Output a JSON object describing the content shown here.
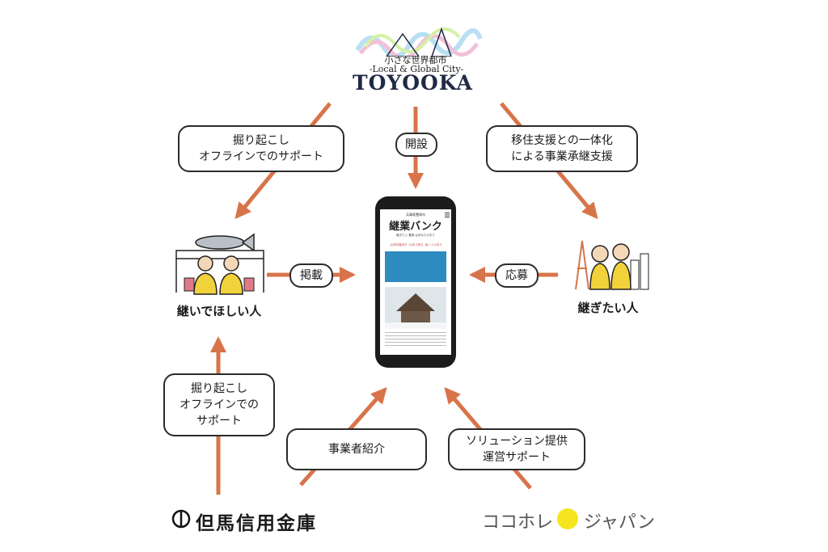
{
  "logo": {
    "subtitle_jp": "小さな世界都市",
    "subtitle_en": "-Local & Global City-",
    "title": "TOYOOKA"
  },
  "labels": {
    "top_left": [
      "掘り起こし",
      "オフラインでのサポート"
    ],
    "top_center": "開設",
    "top_right": [
      "移住支援との一体化",
      "による事業承継支援"
    ],
    "mid_left": "掲載",
    "mid_right": "応募",
    "bottom_left": [
      "掘り起こし",
      "オフラインでの",
      "サポート"
    ],
    "bottom_center": "事業者紹介",
    "bottom_right": [
      "ソリューション提供",
      "運営サポート"
    ]
  },
  "roles": {
    "left": "継いでほしい人",
    "right": "継ぎたい人"
  },
  "app": {
    "header_small": "兵庫県豊岡市",
    "title": "継業バンク",
    "subtitle": "継ぎたい 豊岡 はあなたの手で",
    "nav": "-兵庫県豊岡市 -仕事で移住 -継ぐ人の探す",
    "menu_icon": "hamburger-icon"
  },
  "partners": {
    "left": "但馬信用金庫",
    "right_prefix": "ココホレ",
    "right_suffix": "ジャパン"
  },
  "colors": {
    "arrow": "#d8744a",
    "border": "#2b2b2b",
    "logo_navy": "#1f2a44",
    "shirt_yellow": "#f2d23a",
    "partner_yellow": "#f4e51e"
  }
}
